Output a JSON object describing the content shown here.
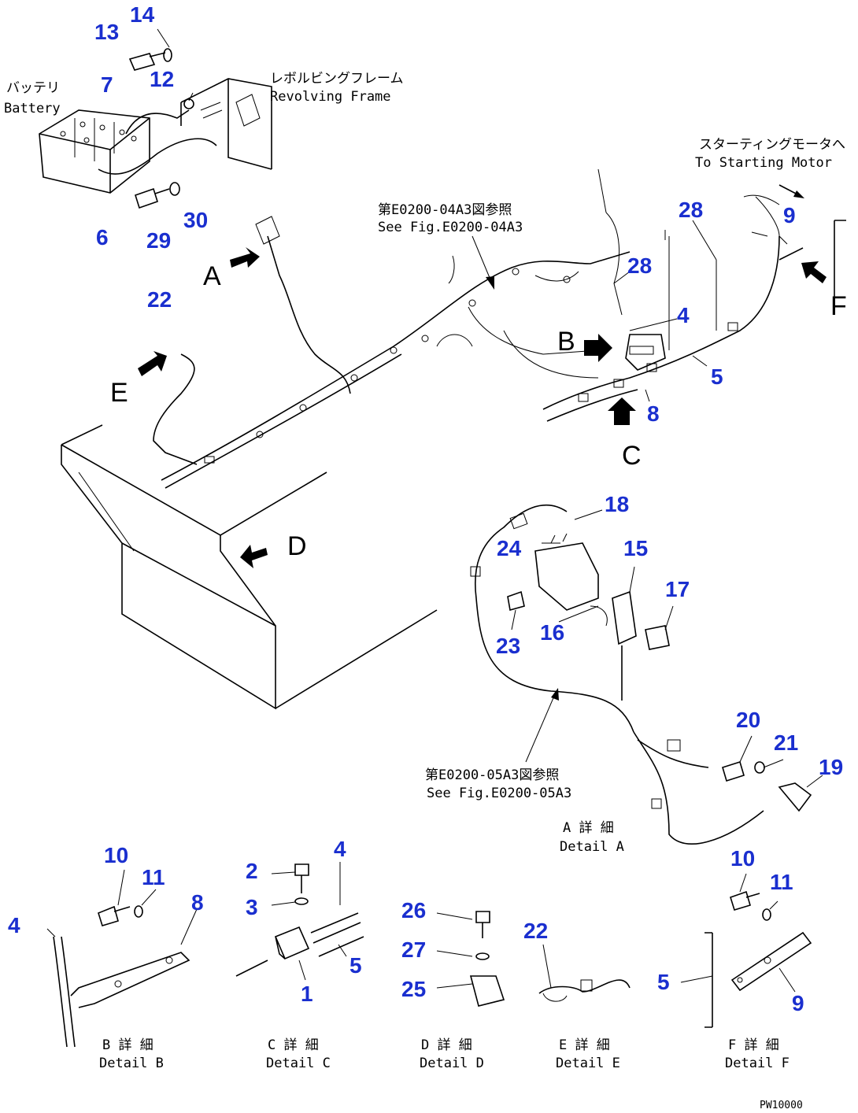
{
  "labels": {
    "battery_jp": "バッテリ",
    "battery_en": "Battery",
    "frame_jp": "レボルビングフレーム",
    "frame_en": "Revolving Frame",
    "motor_jp": "スターティングモータへ",
    "motor_en": "To Starting Motor",
    "ref1_jp": "第E0200-04A3図参照",
    "ref1_en": "See Fig.E0200-04A3",
    "ref2_jp": "第E0200-05A3図参照",
    "ref2_en": "See Fig.E0200-05A3",
    "detail_a_jp": "A 詳 細",
    "detail_a_en": "Detail A",
    "detail_b_jp": "B 詳 細",
    "detail_b_en": "Detail B",
    "detail_c_jp": "C 詳 細",
    "detail_c_en": "Detail C",
    "detail_d_jp": "D 詳 細",
    "detail_d_en": "Detail D",
    "detail_e_jp": "E 詳 細",
    "detail_e_en": "Detail E",
    "detail_f_jp": "F 詳 細",
    "detail_f_en": "Detail F",
    "figure_code": "PW10000"
  },
  "view_letters": {
    "a": "A",
    "b": "B",
    "c": "C",
    "d": "D",
    "e": "E",
    "f": "F"
  },
  "callouts": [
    "13",
    "14",
    "7",
    "12",
    "6",
    "29",
    "30",
    "22",
    "28",
    "9",
    "28",
    "4",
    "5",
    "8",
    "18",
    "24",
    "15",
    "17",
    "23",
    "16",
    "20",
    "21",
    "19",
    "10",
    "11",
    "8",
    "4",
    "2",
    "3",
    "4",
    "5",
    "1",
    "26",
    "27",
    "25",
    "22",
    "10",
    "11",
    "5",
    "9"
  ],
  "colors": {
    "callout": "#1a2fcf",
    "line": "#000000"
  }
}
